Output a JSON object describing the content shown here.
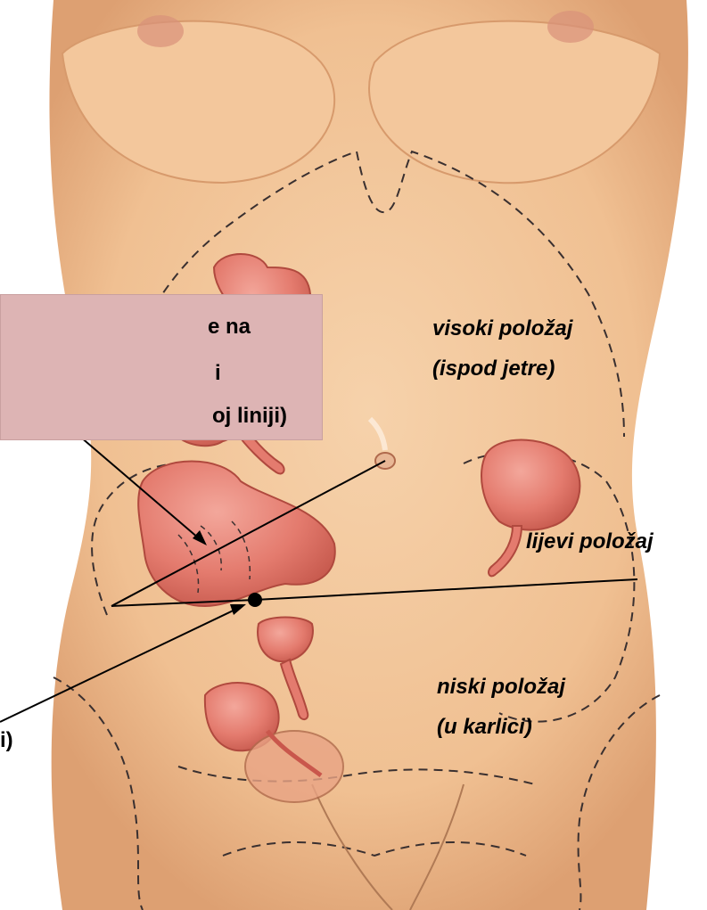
{
  "callout": {
    "lines": [
      "e na",
      "i",
      "oj liniji)"
    ],
    "fill": "#ddb4b4"
  },
  "labels": {
    "visoki_line1": "visoki položaj",
    "visoki_line2": "(ispod jetre)",
    "lijevi": "lijevi položaj",
    "niski_line1": "niski položaj",
    "niski_line2": "(u karlici)",
    "cut_left": "i)"
  },
  "colors": {
    "skin": "#f2c49a",
    "skin_shadow": "#e0a477",
    "organ": "#e88578",
    "organ_dark": "#c9574c",
    "dashed_outline": "#3a3030",
    "text": "#000000"
  }
}
